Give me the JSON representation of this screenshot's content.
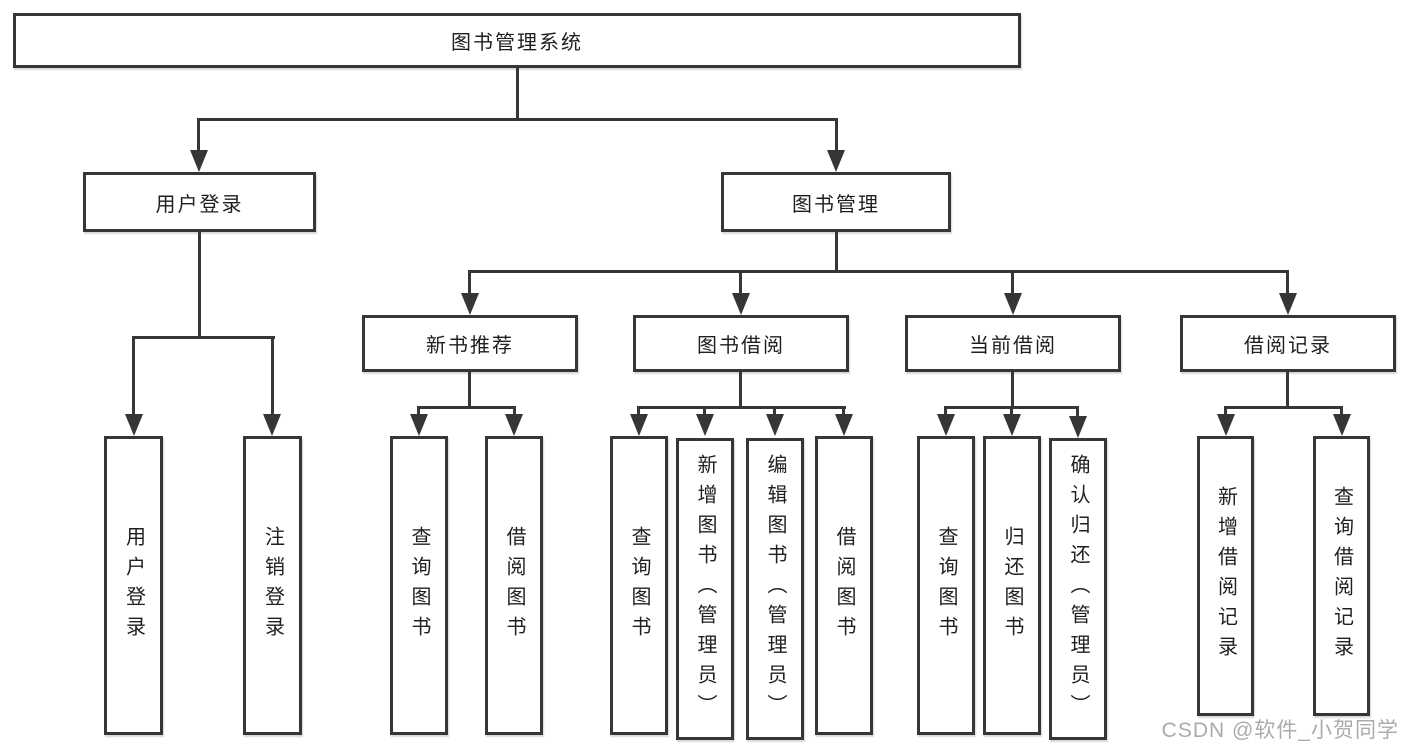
{
  "diagram": {
    "root_label": "图书管理系统",
    "level2": {
      "user_login": "用户登录",
      "book_management": "图书管理"
    },
    "level3": {
      "new_book_recommend": "新书推荐",
      "book_borrow": "图书借阅",
      "current_borrow": "当前借阅",
      "borrow_records": "借阅记录"
    },
    "leaves": {
      "user_login": [
        "用户登录",
        "注销登录"
      ],
      "new_book_recommend": [
        "查询图书",
        "借阅图书"
      ],
      "book_borrow": [
        "查询图书",
        "新增图书（管理员）",
        "编辑图书（管理员）",
        "借阅图书"
      ],
      "current_borrow": [
        "查询图书",
        "归还图书",
        "确认归还（管理员）"
      ],
      "borrow_records": [
        "新增借阅记录",
        "查询借阅记录"
      ]
    },
    "watermark": "CSDN @软件_小贺同学",
    "colors": {
      "line": "#363636",
      "text": "#1f1f1f",
      "background": "#ffffff",
      "watermark": "#ababab"
    }
  }
}
